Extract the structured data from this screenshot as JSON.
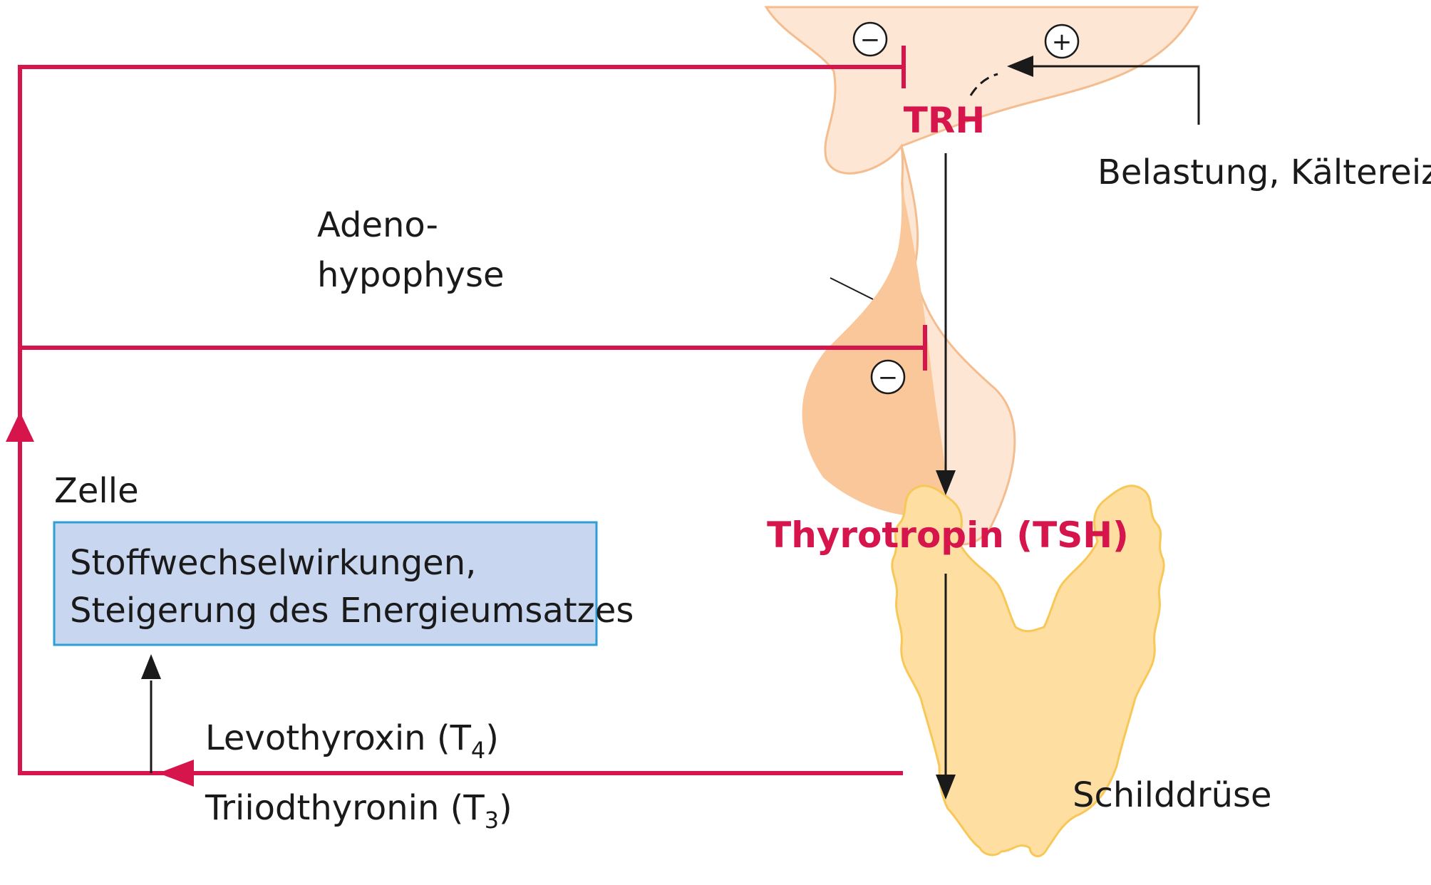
{
  "colors": {
    "feedback": "#d5154b",
    "hypothalamus_fill": "#fde6d4",
    "hypothalamus_stroke": "#f3bd8f",
    "adenohypophysis_fill": "#fac79b",
    "thyroid_fill": "#fedea1",
    "thyroid_stroke": "#f7c857",
    "cell_box_fill": "#c8d6ef",
    "cell_box_stroke": "#2d9fd3",
    "arrow": "#1a1a1a"
  },
  "labels": {
    "trh": "TRH",
    "tsh": "Thyrotropin (TSH)",
    "stimulus": "Belastung, Kältereize",
    "adeno_line1": "Adeno-",
    "adeno_line2": "hypophyse",
    "cell": "Zelle",
    "cell_box_line1": "Stoffwechselwirkungen,",
    "cell_box_line2": "Steigerung des Energieumsatzes",
    "t4_name": "Levothyroxin (T",
    "t4_sub": "4",
    "t4_close": ")",
    "t3_name": "Triiodthyronin (T",
    "t3_sub": "3",
    "t3_close": ")",
    "thyroid": "Schilddrüse"
  },
  "signs": {
    "inhibit_top": "−",
    "stimulate": "+",
    "inhibit_pituitary": "−"
  },
  "icons": {
    "inhibit_top": "minus-circle-icon",
    "stimulate": "plus-circle-icon",
    "inhibit_pituitary": "minus-circle-icon"
  }
}
